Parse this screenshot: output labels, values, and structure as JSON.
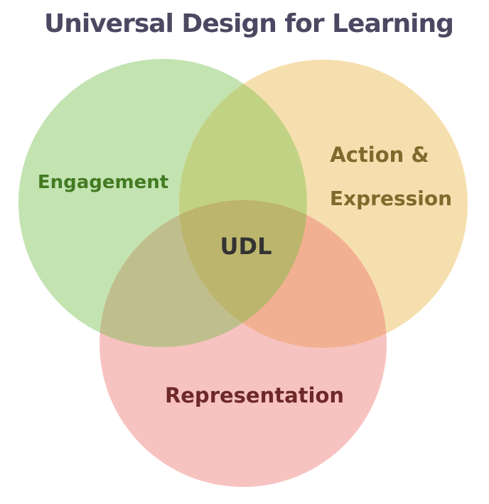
{
  "title": "Universal Design for Learning",
  "diagram": {
    "type": "venn",
    "sets": [
      {
        "id": "engagement",
        "label": "Engagement",
        "fill": "#c3e3b1",
        "text_color": "#437a22"
      },
      {
        "id": "action",
        "label_lines": [
          "Action &",
          "Expression"
        ],
        "fill": "#f6dfae",
        "text_color": "#7f6a2c"
      },
      {
        "id": "representation",
        "label": "Representation",
        "fill": "#f7c3c0",
        "text_color": "#6e2828"
      }
    ],
    "intersections": {
      "engagement_action": "#c2d284",
      "engagement_representation": "#bfbf8e",
      "action_representation": "#f2b092",
      "all": "#bcb56d"
    },
    "center_label": "UDL",
    "center_text_color": "#333333"
  }
}
